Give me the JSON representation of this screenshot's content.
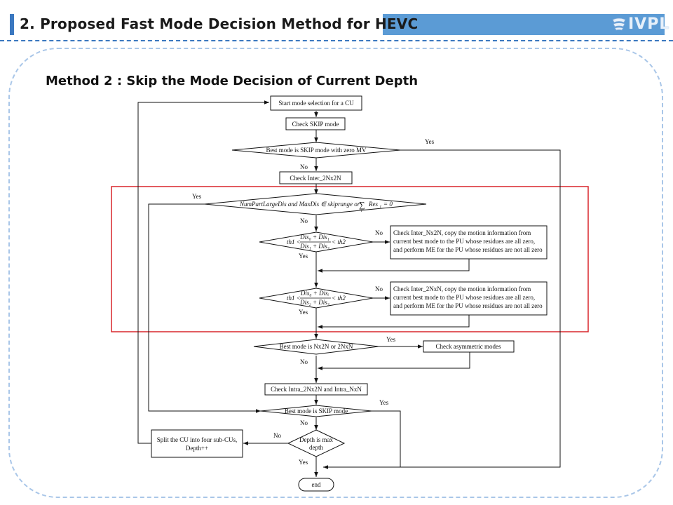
{
  "header": {
    "title": "2. Proposed Fast Mode Decision Method for HEVC",
    "logo_text": "IVPL"
  },
  "section": {
    "heading": "Method 2 : Skip the Mode Decision of Current Depth"
  },
  "flowchart": {
    "start": "Start mode selection for a CU",
    "check_skip": "Check SKIP mode",
    "decision_skip_zero_mv": "Best mode is SKIP mode with zero MV",
    "check_inter_2nx2n": "Check Inter_2Nx2N",
    "decision_partition": {
      "part_a": "NumPartLargeDis and MaxDis ∈ skiprange or",
      "sum_symbol": "∑",
      "sum_expr": "Res",
      "sub_i": "i",
      "equals": "= 0"
    },
    "decision_nx2n": {
      "left": "th1 <",
      "numerator": "Dis₀ + Dis₁",
      "denominator": "Dis₁ + Dis₃",
      "right": "< th2"
    },
    "decision_2nxn": {
      "left": "th1 <",
      "numerator": "Dis₀ + Disᵢ",
      "denominator": "Dis₂ + Dis₃",
      "right": "< th2"
    },
    "check_nx2n": [
      "Check Inter_Nx2N, copy the motion information from",
      "current best mode to the PU whose residues are all zero,",
      "and perform ME for the PU whose residues are not all zero"
    ],
    "check_2nxn": [
      "Check Inter_2NxN, copy the motion information from",
      "current best mode to the PU whose residues are all zero,",
      "and perform ME for the PU whose residues are not all zero"
    ],
    "decision_nx2n_or_2nxn": "Best mode is Nx2N or 2NxN",
    "check_asymmetric": "Check asymmetric modes",
    "check_intra": "Check Intra_2Nx2N and Intra_NxN",
    "decision_best_skip": "Best mode is SKIP mode",
    "decision_max_depth": [
      "Depth is max",
      "depth"
    ],
    "split": [
      "Split the CU into four sub-CUs,",
      "Depth++"
    ],
    "end": "end",
    "labels": {
      "yes": "Yes",
      "no": "No"
    }
  },
  "colors": {
    "title_bar": "#5b9bd5",
    "accent": "#3b78c0",
    "frame": "#a9c6e8",
    "highlight": "#d9262c"
  }
}
